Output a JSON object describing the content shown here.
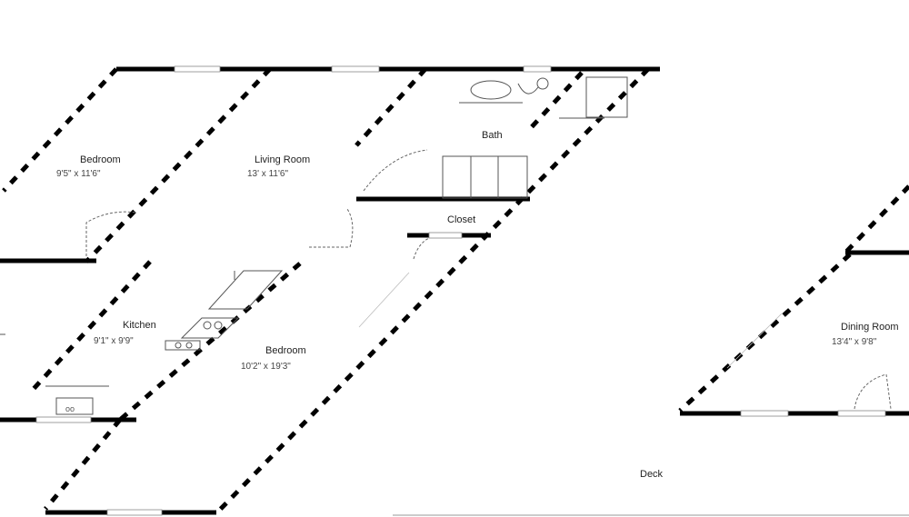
{
  "rooms": [
    {
      "name": "Bedroom",
      "size": "9'5\" x 11'6\""
    },
    {
      "name": "Living Room",
      "size": "13' x 11'6\""
    },
    {
      "name": "Bath",
      "size": ""
    },
    {
      "name": "Closet",
      "size": ""
    },
    {
      "name": "Kitchen",
      "size": "9'1\" x 9'9\""
    },
    {
      "name": "Bedroom",
      "size": "10'2\" x 19'3\""
    },
    {
      "name": "Dining Room",
      "size": "13'4\" x 9'8\""
    },
    {
      "name": "Deck",
      "size": ""
    }
  ],
  "colors": {
    "wall": "#000000",
    "fixture": "#555555",
    "window": "#ffffff"
  }
}
